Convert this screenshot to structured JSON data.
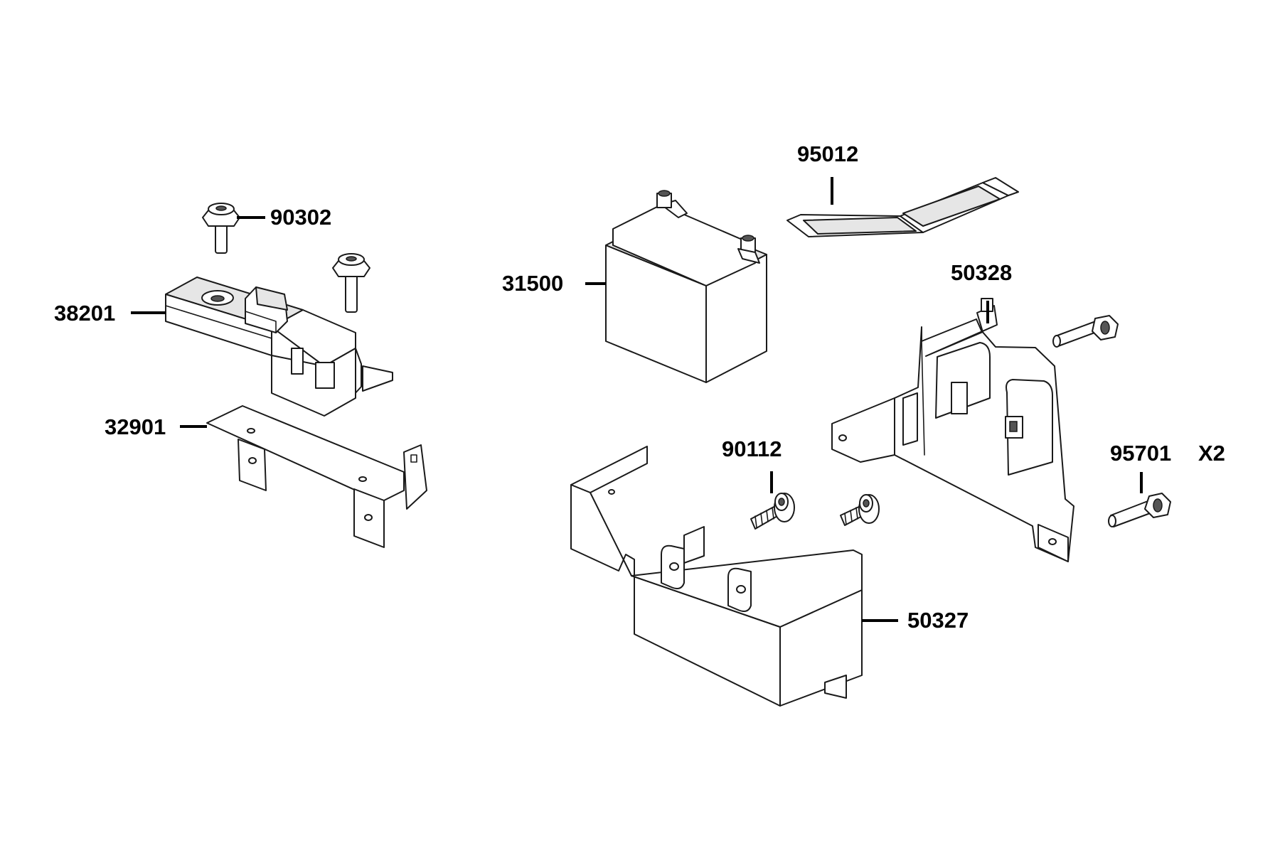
{
  "diagram": {
    "callouts": {
      "c95012": "95012",
      "c90302": "90302",
      "c31500": "31500",
      "c50328": "50328",
      "c38201": "38201",
      "c32901": "32901",
      "c90112": "90112",
      "c95701": "95701",
      "qty95701": "X2",
      "c50327": "50327"
    }
  },
  "colors": {
    "line": "#1a1a1a",
    "label": "#000000",
    "shade": "#e6e6e6",
    "background": "#ffffff"
  }
}
